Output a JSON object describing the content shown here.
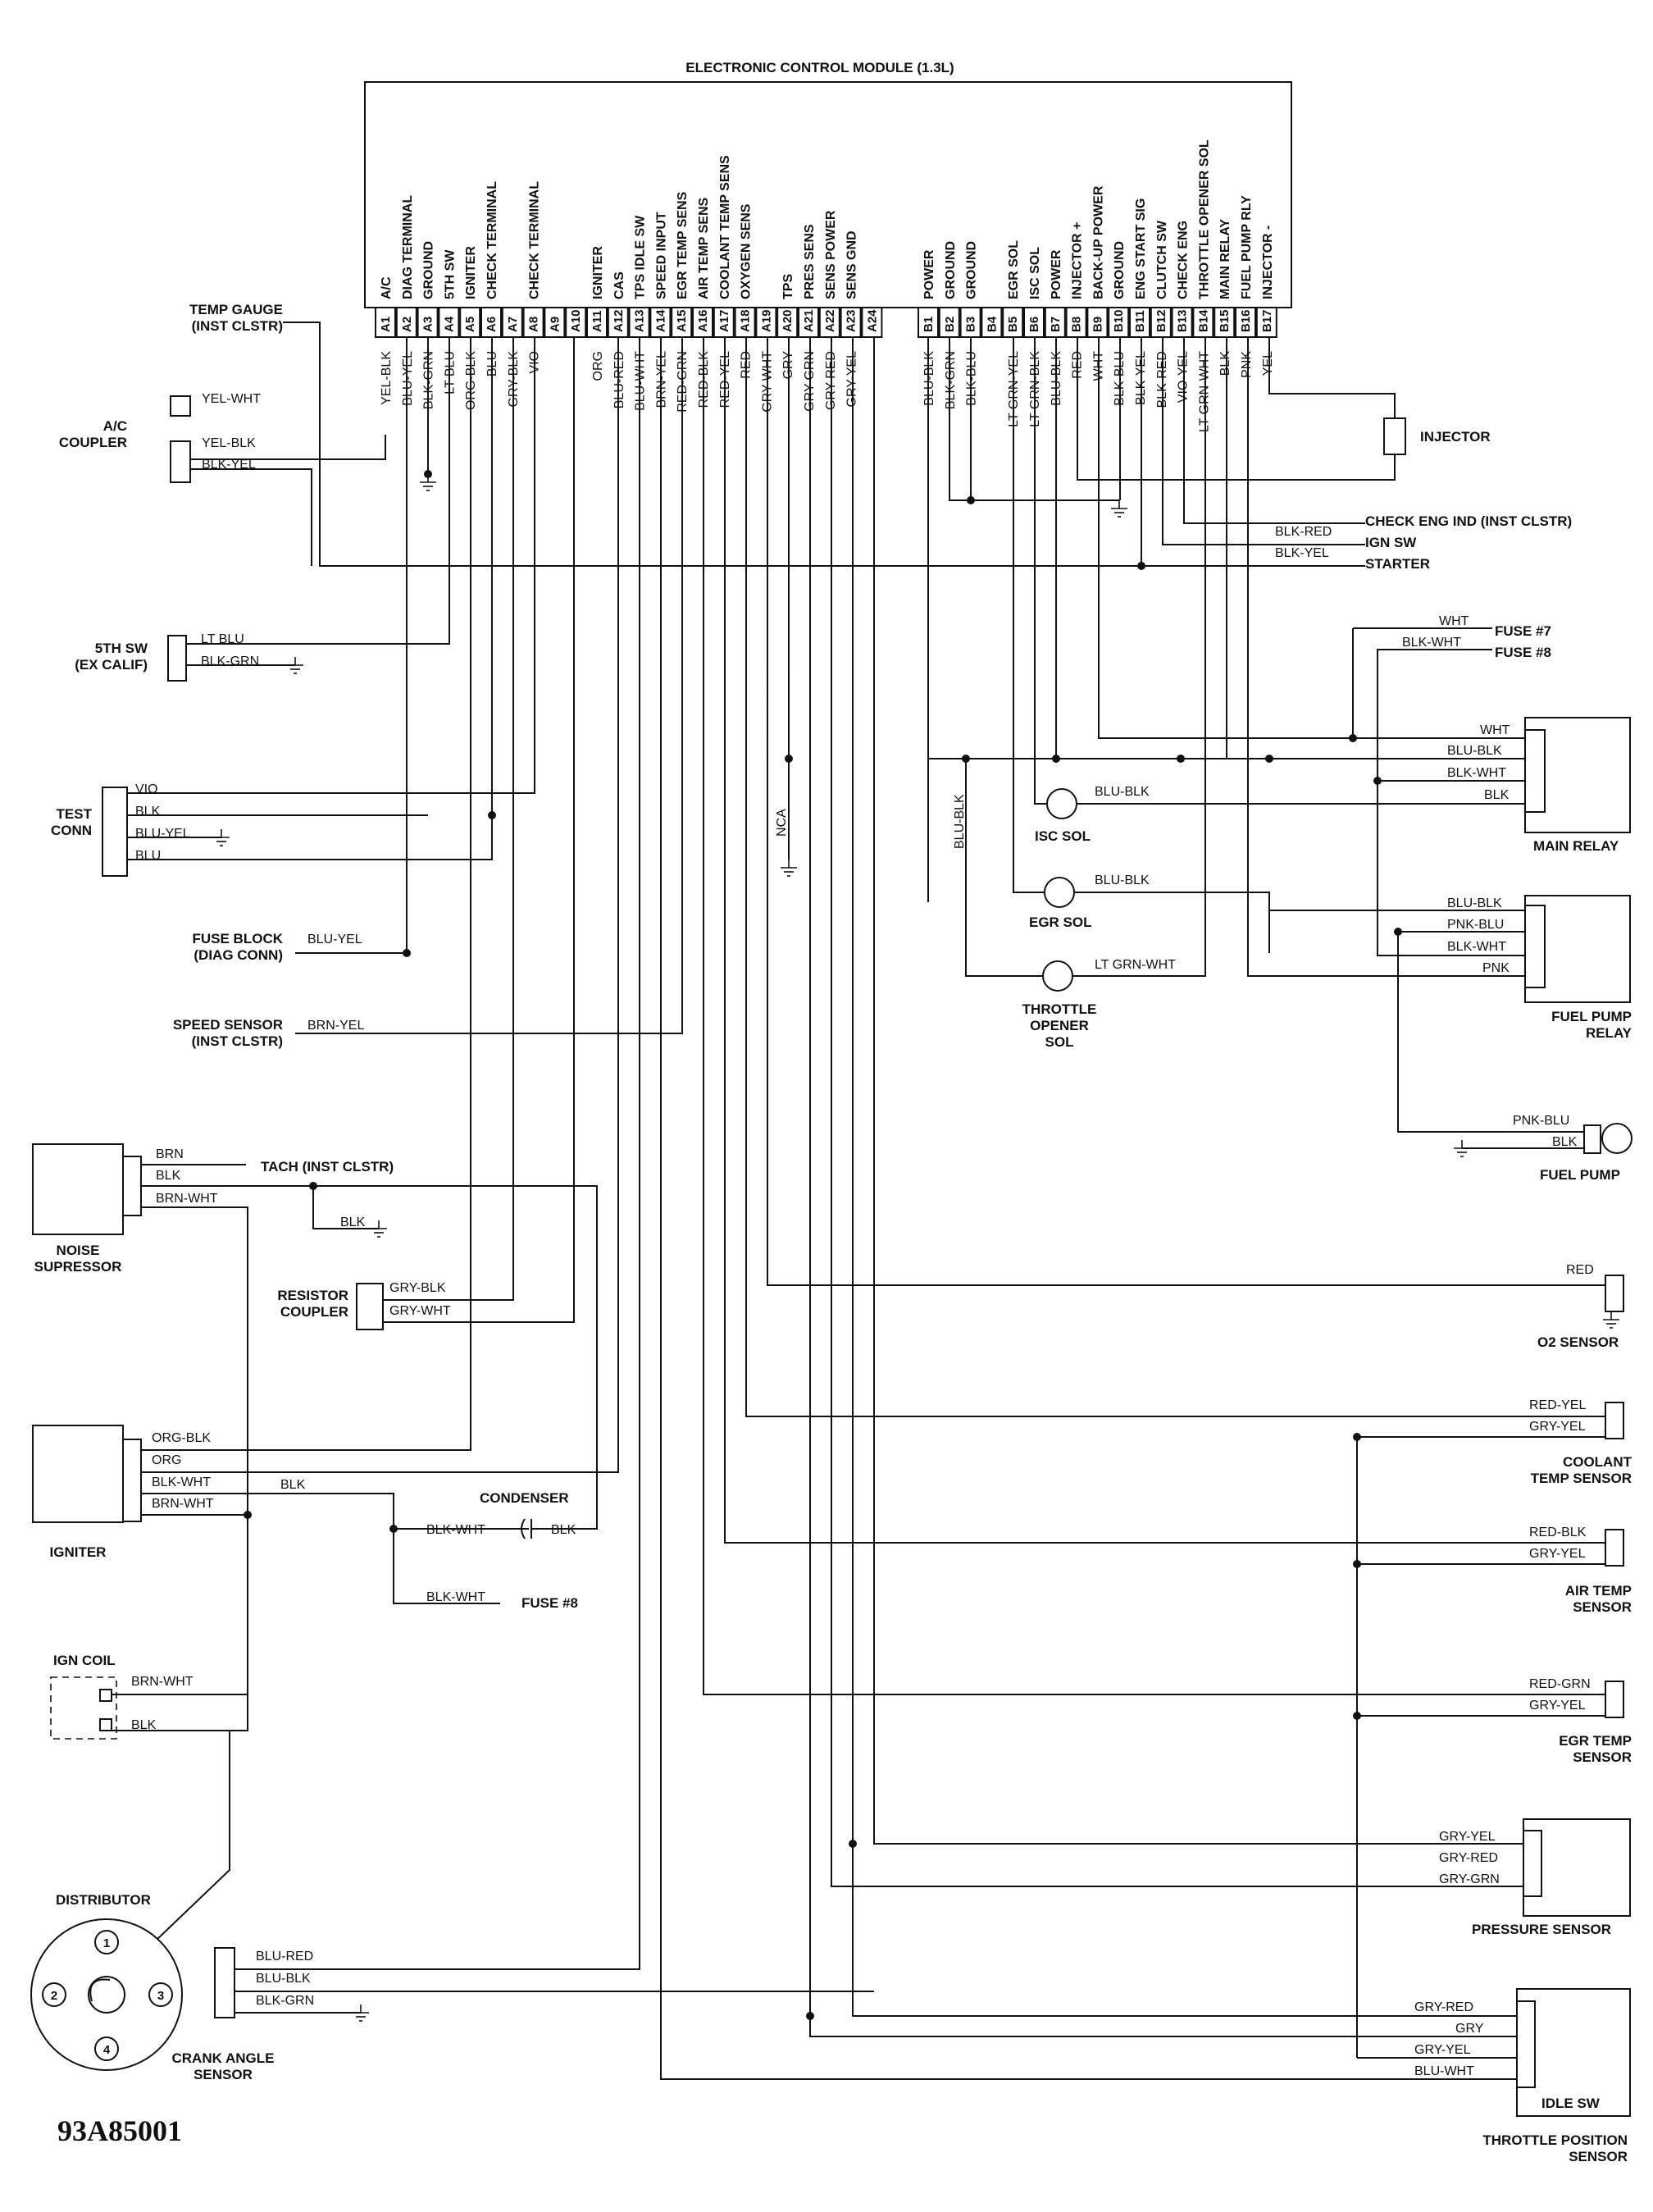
{
  "ecm": {
    "title": "ELECTRONIC CONTROL MODULE (1.3L)",
    "pins_a": [
      {
        "pin": "A1",
        "func": "A/C",
        "wire": "YEL-BLK"
      },
      {
        "pin": "A2",
        "func": "DIAG TERMINAL",
        "wire": "BLU-YEL"
      },
      {
        "pin": "A3",
        "func": "GROUND",
        "wire": "BLK-GRN"
      },
      {
        "pin": "A4",
        "func": "5TH SW",
        "wire": "LT BLU"
      },
      {
        "pin": "A5",
        "func": "IGNITER",
        "wire": "ORG-BLK"
      },
      {
        "pin": "A6",
        "func": "CHECK TERMINAL",
        "wire": "BLU"
      },
      {
        "pin": "A7",
        "func": "",
        "wire": "GRY-BLK"
      },
      {
        "pin": "A8",
        "func": "CHECK TERMINAL",
        "wire": "VIO"
      },
      {
        "pin": "A9",
        "func": "",
        "wire": ""
      },
      {
        "pin": "A10",
        "func": "",
        "wire": ""
      },
      {
        "pin": "A11",
        "func": "IGNITER",
        "wire": "ORG"
      },
      {
        "pin": "A12",
        "func": "CAS",
        "wire": "BLU-RED"
      },
      {
        "pin": "A13",
        "func": "TPS IDLE SW",
        "wire": "BLU-WHT"
      },
      {
        "pin": "A14",
        "func": "SPEED INPUT",
        "wire": "BRN-YEL"
      },
      {
        "pin": "A15",
        "func": "EGR TEMP SENS",
        "wire": "RED-GRN"
      },
      {
        "pin": "A16",
        "func": "AIR TEMP SENS",
        "wire": "RED-BLK"
      },
      {
        "pin": "A17",
        "func": "COOLANT TEMP SENS",
        "wire": "RED-YEL"
      },
      {
        "pin": "A18",
        "func": "OXYGEN SENS",
        "wire": "RED"
      },
      {
        "pin": "A19",
        "func": "",
        "wire": "GRY-WHT"
      },
      {
        "pin": "A20",
        "func": "TPS",
        "wire": "GRY"
      },
      {
        "pin": "A21",
        "func": "PRES SENS",
        "wire": "GRY-GRN"
      },
      {
        "pin": "A22",
        "func": "SENS POWER",
        "wire": "GRY-RED"
      },
      {
        "pin": "A23",
        "func": "SENS GND",
        "wire": "GRY-YEL"
      },
      {
        "pin": "A24",
        "func": "",
        "wire": ""
      }
    ],
    "pins_b": [
      {
        "pin": "B1",
        "func": "POWER",
        "wire": "BLU-BLK"
      },
      {
        "pin": "B2",
        "func": "GROUND",
        "wire": "BLK-GRN"
      },
      {
        "pin": "B3",
        "func": "GROUND",
        "wire": "BLK-BLU"
      },
      {
        "pin": "B4",
        "func": "",
        "wire": ""
      },
      {
        "pin": "B5",
        "func": "EGR SOL",
        "wire": "LT GRN-YEL"
      },
      {
        "pin": "B6",
        "func": "ISC SOL",
        "wire": "LT GRN-BLK"
      },
      {
        "pin": "B7",
        "func": "POWER",
        "wire": "BLU-BLK"
      },
      {
        "pin": "B8",
        "func": "INJECTOR +",
        "wire": "RED"
      },
      {
        "pin": "B9",
        "func": "BACK-UP POWER",
        "wire": "WHT"
      },
      {
        "pin": "B10",
        "func": "GROUND",
        "wire": "BLK-BLU"
      },
      {
        "pin": "B11",
        "func": "ENG START SIG",
        "wire": "BLK-YEL"
      },
      {
        "pin": "B12",
        "func": "CLUTCH SW",
        "wire": "BLK-RED"
      },
      {
        "pin": "B13",
        "func": "CHECK ENG",
        "wire": "VIO-YEL"
      },
      {
        "pin": "B14",
        "func": "THROTTLE OPENER SOL",
        "wire": "LT GRN-WHT"
      },
      {
        "pin": "B15",
        "func": "MAIN RELAY",
        "wire": "BLK"
      },
      {
        "pin": "B16",
        "func": "FUEL PUMP RLY",
        "wire": "PNK"
      },
      {
        "pin": "B17",
        "func": "INJECTOR -",
        "wire": "YEL"
      }
    ]
  },
  "left": {
    "temp_gauge": "TEMP GAUGE\n(INST CLSTR)",
    "ac_coupler": "A/C\nCOUPLER",
    "ac_wires": [
      "YEL-WHT",
      "YEL-BLK",
      "BLK-YEL"
    ],
    "fifth_sw": "5TH SW\n(EX CALIF)",
    "fifth_wires": [
      "LT BLU",
      "BLK-GRN"
    ],
    "test_conn": "TEST\nCONN",
    "test_wires": [
      "VIO",
      "BLK",
      "BLU-YEL",
      "BLU"
    ],
    "fuse_block": "FUSE BLOCK\n(DIAG CONN)",
    "fuse_block_wire": "BLU-YEL",
    "speed_sensor": "SPEED SENSOR\n(INST CLSTR)",
    "speed_wire": "BRN-YEL",
    "noise": "NOISE\nSUPRESSOR",
    "noise_wires": [
      "BRN",
      "BLK",
      "BRN-WHT"
    ],
    "tach": "TACH (INST CLSTR)",
    "gnd_blk": "BLK",
    "resistor": "RESISTOR\nCOUPLER",
    "resistor_wires": [
      "GRY-BLK",
      "GRY-WHT"
    ],
    "igniter": "IGNITER",
    "igniter_wires": [
      "ORG-BLK",
      "ORG",
      "BLK-WHT",
      "BRN-WHT"
    ],
    "blk": "BLK",
    "condenser": "CONDENSER",
    "cond_wires": [
      "BLK-WHT",
      "BLK"
    ],
    "fuse8_wire": "BLK-WHT",
    "fuse8": "FUSE #8",
    "ign_coil": "IGN COIL",
    "coil_wires": [
      "BRN-WHT",
      "BLK"
    ],
    "distributor": "DISTRIBUTOR",
    "dist_nums": [
      "1",
      "2",
      "3",
      "4"
    ],
    "crank": "CRANK ANGLE\nSENSOR",
    "crank_wires": [
      "BLU-RED",
      "BLU-BLK",
      "BLK-GRN"
    ],
    "nca": "NCA",
    "doc_id": "93A85001"
  },
  "right": {
    "injector": "INJECTOR",
    "check_eng": "CHECK ENG IND (INST CLSTR)",
    "ign_sw": "IGN SW",
    "starter": "STARTER",
    "blk_red": "BLK-RED",
    "blk_yel": "BLK-YEL",
    "fuse7_wire": "WHT",
    "fuse7": "FUSE #7",
    "fuse8b_wire": "BLK-WHT",
    "fuse8b": "FUSE #8",
    "main_relay": "MAIN RELAY",
    "main_wires": [
      "WHT",
      "BLU-BLK",
      "BLK-WHT",
      "BLK"
    ],
    "isc": "ISC SOL",
    "isc_wire": "BLU-BLK",
    "egr_sol": "EGR SOL",
    "egr_wire": "BLU-BLK",
    "tos": "THROTTLE\nOPENER\nSOL",
    "tos_wire": "LT GRN-WHT",
    "blu_blk_v": "BLU-BLK",
    "fpr": "FUEL PUMP\nRELAY",
    "fpr_wires": [
      "BLU-BLK",
      "PNK-BLU",
      "BLK-WHT",
      "PNK"
    ],
    "fuel_pump": "FUEL PUMP",
    "fp_wires": [
      "PNK-BLU",
      "BLK"
    ],
    "o2": "O2 SENSOR",
    "o2_wire": "RED",
    "coolant": "COOLANT\nTEMP SENSOR",
    "coolant_wires": [
      "RED-YEL",
      "GRY-YEL"
    ],
    "air": "AIR TEMP\nSENSOR",
    "air_wires": [
      "RED-BLK",
      "GRY-YEL"
    ],
    "egr_temp": "EGR TEMP\nSENSOR",
    "egr_temp_wires": [
      "RED-GRN",
      "GRY-YEL"
    ],
    "pressure": "PRESSURE SENSOR",
    "pres_wires": [
      "GRY-YEL",
      "GRY-RED",
      "GRY-GRN"
    ],
    "tps": "THROTTLE POSITION\nSENSOR",
    "tps_wires": [
      "GRY-RED",
      "GRY",
      "GRY-YEL",
      "BLU-WHT"
    ],
    "idle_sw": "IDLE SW"
  }
}
